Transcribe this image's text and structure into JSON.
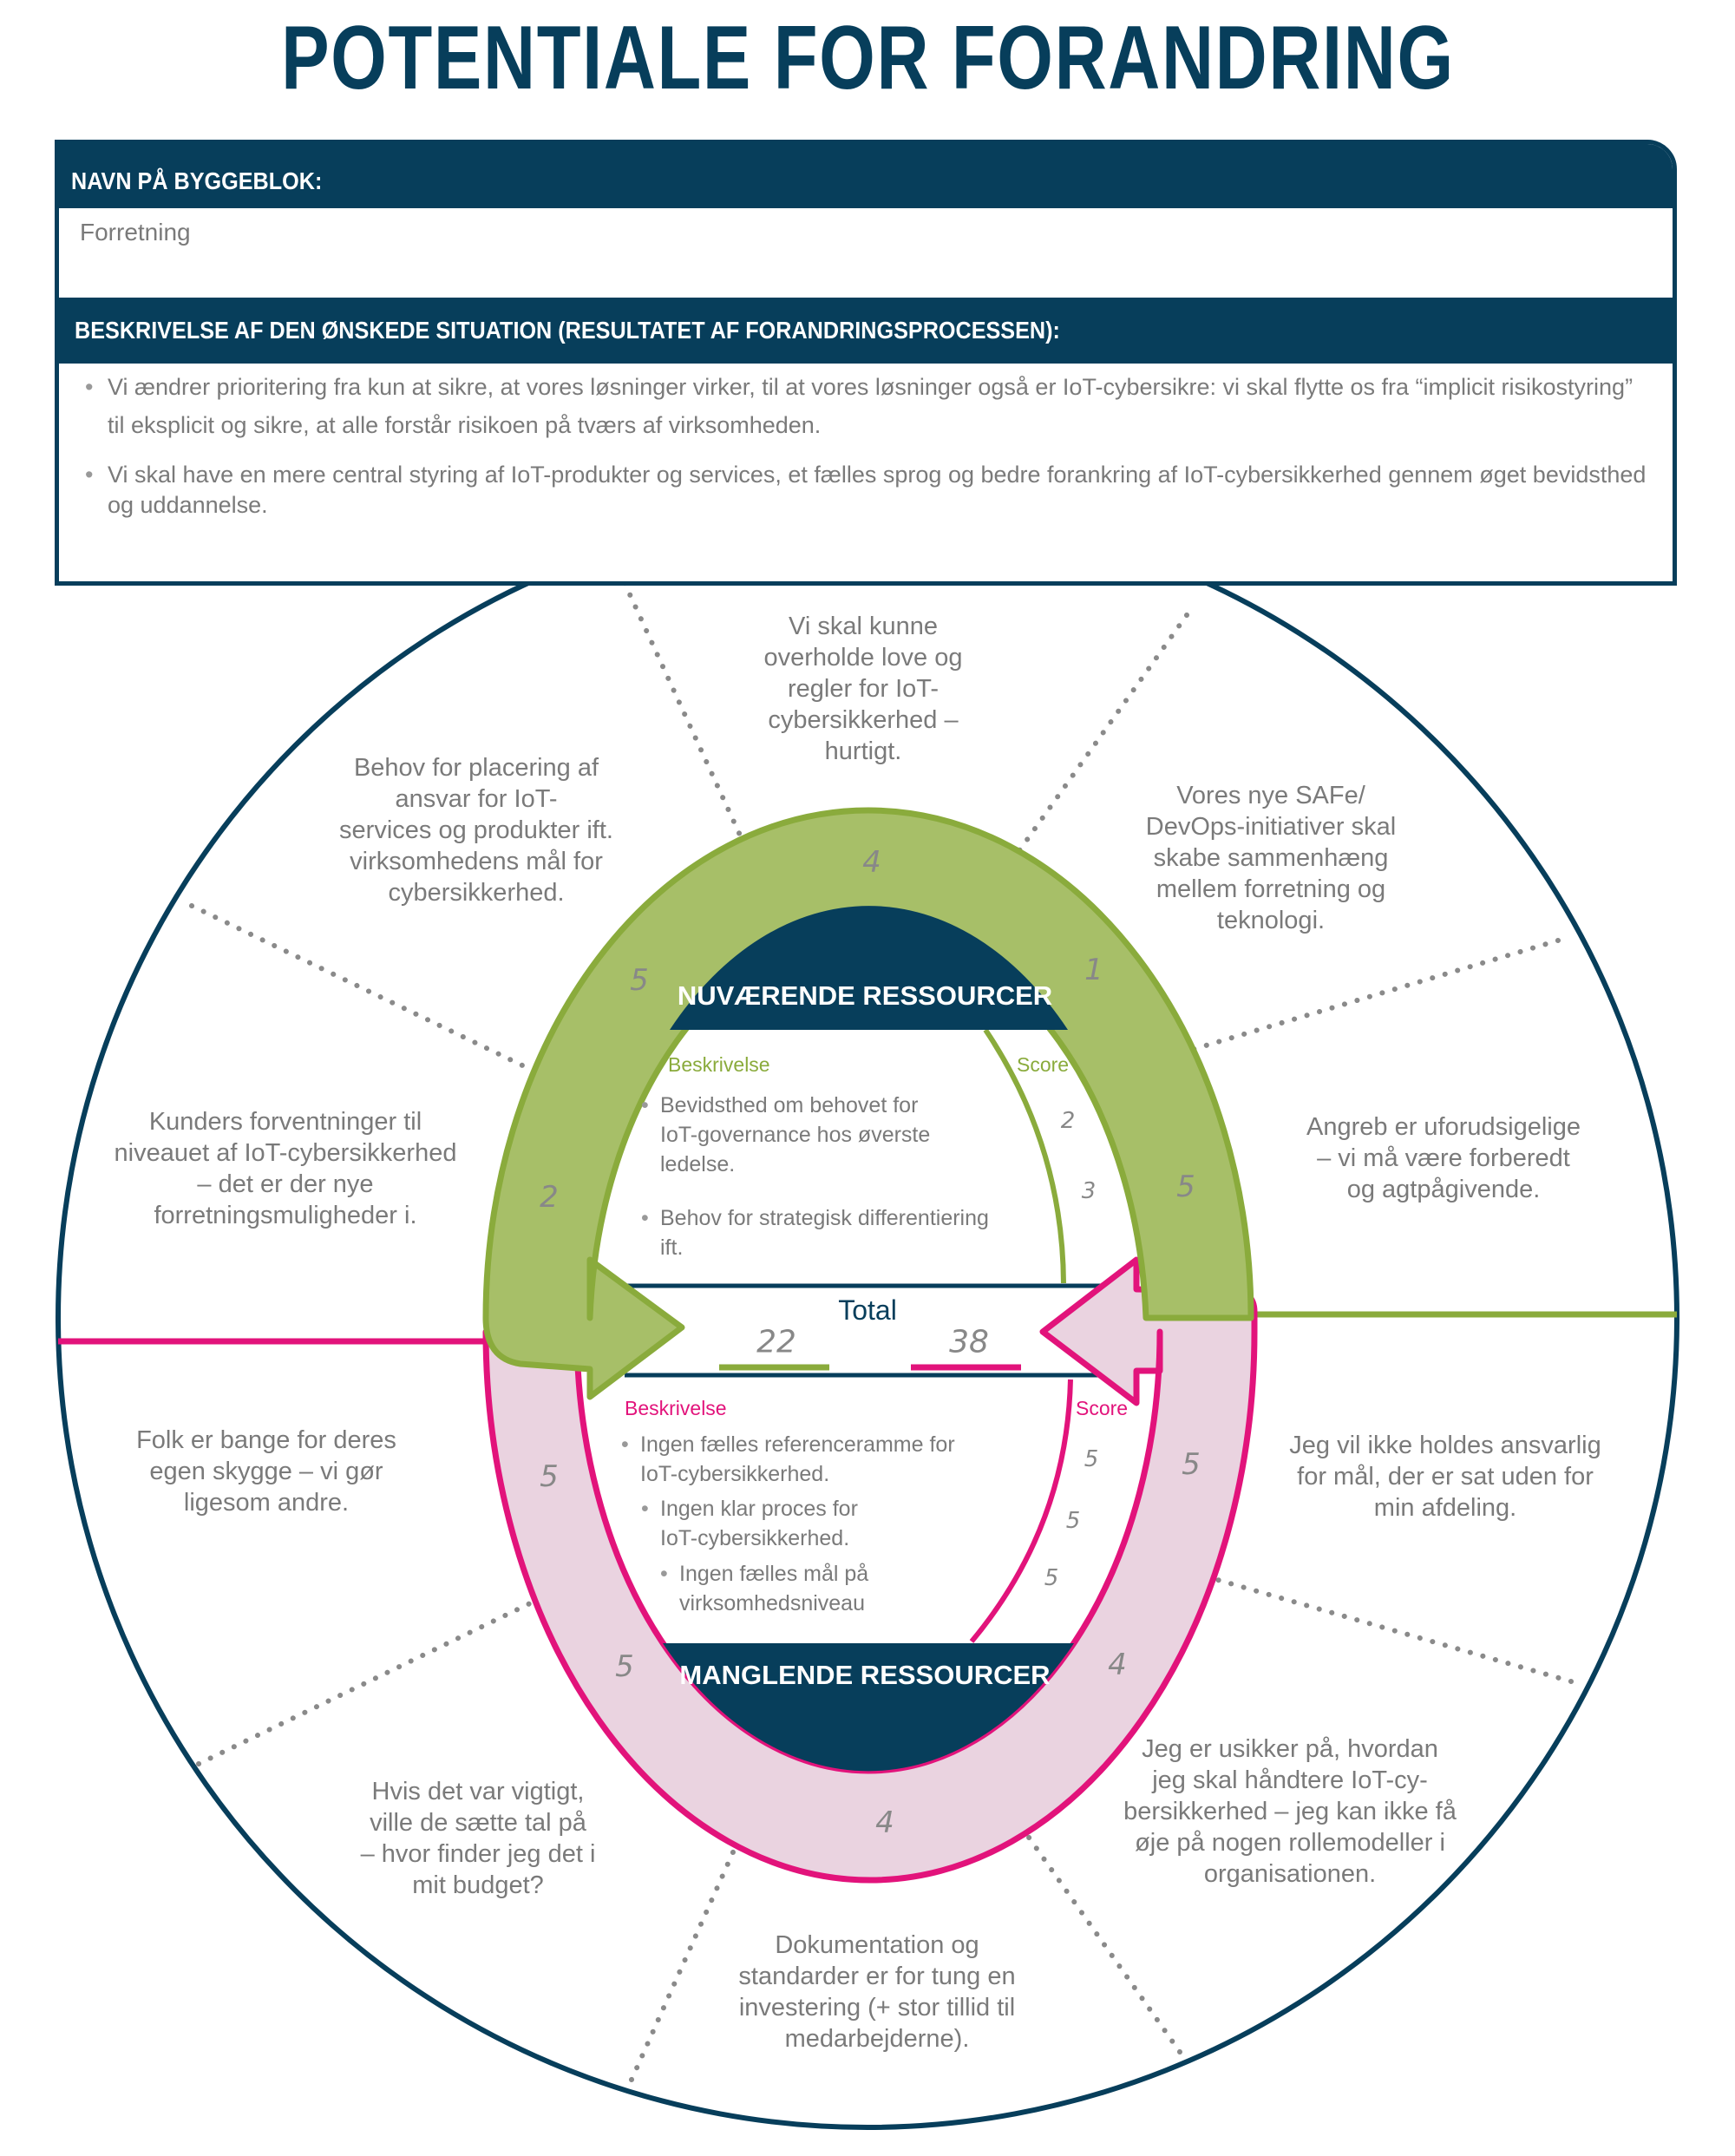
{
  "title": "POTENTIALE FOR FORANDRING",
  "form": {
    "name_label": "NAVN PÅ BYGGEBLOK:",
    "name_value": "Forretning",
    "description_label": "BESKRIVELSE AF DEN ØNSKEDE SITUATION (RESULTATET AF FORANDRINGSPROCESSEN):",
    "description_bullets": [
      "Vi ændrer prioritering fra kun at sikre, at vores løsninger virker, til at vores løsninger også er IoT-cybersikre: vi skal flytte os fra “implicit risikostyring” til eksplicit og sikre, at alle forstår risikoen på tværs af virksomheden.",
      "Vi skal have en mere central styring af IoT-produkter og services, et fælles sprog og bedre forankring af IoT-cybersikkerhed gennem øget bevidsthed og uddannelse."
    ]
  },
  "colors": {
    "dark": "#073e5b",
    "current_resources": "#8aab3c",
    "current_fill": "#a7bf68",
    "missing_resources": "#e2137b",
    "missing_fill": "#ead3e0",
    "text_grey": "#7a7a7a"
  },
  "current": {
    "title": "NUVÆRENDE RESSOURCER",
    "description_label": "Beskrivelse",
    "score_label": "Score",
    "items": [
      {
        "text": "Bevidsthed om behovet for\nIoT-governance hos øverste\nledelse.",
        "score": "2"
      },
      {
        "text": "Behov for strategisk differentiering\nift.",
        "score": "3"
      }
    ],
    "arc_scores": [
      "2",
      "5",
      "4",
      "1",
      "5"
    ]
  },
  "missing": {
    "title": "MANGLENDE RESSOURCER",
    "description_label": "Beskrivelse",
    "score_label": "Score",
    "items": [
      {
        "text": "Ingen fælles referenceramme for\nIoT-cybersikkerhed.",
        "score": "5"
      },
      {
        "text": "Ingen klar proces for\nIoT-cybersikkerhed.",
        "score": "5"
      },
      {
        "text": "Ingen fælles mål på\nvirksomhedsniveau",
        "score": "5"
      }
    ],
    "arc_scores": [
      "5",
      "5",
      "4",
      "4",
      "5"
    ]
  },
  "total": {
    "label": "Total",
    "current": "22",
    "missing": "38"
  },
  "statements": {
    "top": "Vi skal kunne\noverholde love og\nregler for IoT-\ncybersikkerhed –\nhurtigt.",
    "top_left": "Behov for placering af\nansvar for IoT-\nservices og produkter ift.\nvirksomhedens mål for\ncybersikkerhed.",
    "top_right": "Vores nye SAFe/\nDevOps-initiativer skal\nskabe sammenhæng\nmellem forretning og\nteknologi.",
    "left": "Kunders forventninger til\nniveauet af IoT-cybersikkerhed\n– det er der nye\nforretningsmuligheder i.",
    "right": "Angreb er uforudsigelige\n– vi må være forberedt\nog agtpågivende.",
    "lower_left": "Folk er bange for deres\negen skygge – vi gør\nligesom andre.",
    "lower_right": "Jeg vil ikke holdes ansvarlig\nfor mål, der er sat uden for\nmin afdeling.",
    "bottom_left": "Hvis det var vigtigt,\nville de sætte tal på\n– hvor finder jeg det i\nmit budget?",
    "bottom_right": "Jeg er usikker på, hvordan\njeg skal håndtere IoT-cy-\nbersikkerhed – jeg kan ikke få\nøje på nogen rollemodeller i\norganisationen.",
    "bottom": "Dokumentation og\nstandarder er for tung en\ninvestering (+ stor tillid til\nmedarbejderne)."
  }
}
